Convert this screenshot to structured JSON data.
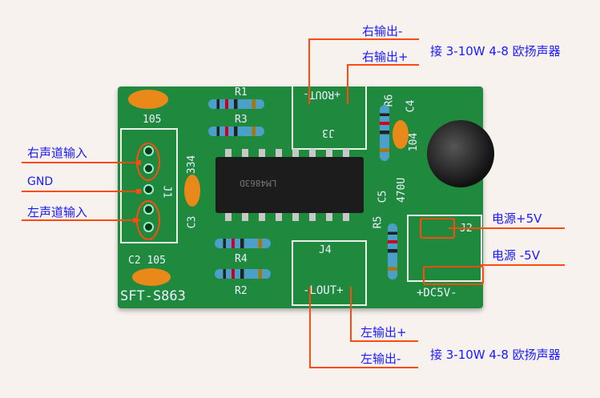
{
  "annotations": {
    "right_out_minus": "右输出-",
    "right_out_plus": "右输出+",
    "right_speaker": "接 3-10W 4-8 欧扬声器",
    "right_input": "右声道输入",
    "gnd": "GND",
    "left_input": "左声道输入",
    "power_plus": "电源+5V",
    "power_minus": "电源 -5V",
    "left_out_plus": "左输出+",
    "left_out_minus": "左输出-",
    "left_speaker": "接 3-10W 4-8 欧扬声器"
  },
  "board": {
    "c1": "105",
    "r1": "R1",
    "r3": "R3",
    "r6": "R6",
    "c4": "C4",
    "j3": "J3",
    "rout": "+ROUT-",
    "c_334": "334",
    "j1": "J1",
    "c3": "C3",
    "c_104": "104",
    "c5": "C5",
    "c5_val": "470U",
    "chip": "LM4863D",
    "r5": "R5",
    "j2": "J2",
    "dc": "+DC5V-",
    "j4": "J4",
    "lout": "-LOUT+",
    "r4": "R4",
    "r2": "R2",
    "c2": "C2 105",
    "model": "SFT-S863",
    "colors": {
      "annotation": "#1a1aff",
      "leader": "#ff4a10",
      "pcb": "#1f8a3e"
    }
  }
}
